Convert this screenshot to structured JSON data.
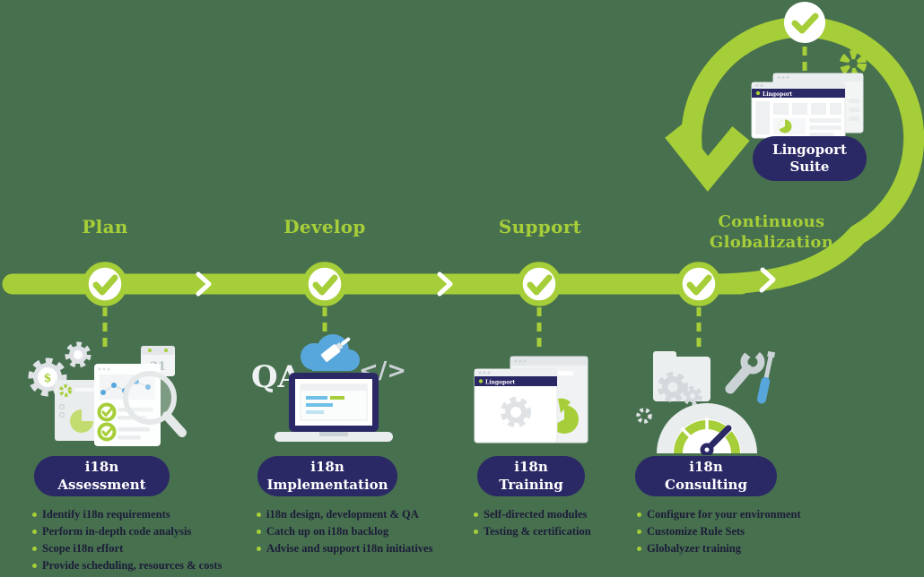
{
  "colors": {
    "background": "#47704f",
    "green": "#a6ce38",
    "navy": "#2b2866",
    "text_dark": "#1c1c38",
    "blue": "#57a7dc",
    "white": "#ffffff",
    "light_gray": "#e9edee"
  },
  "stages": [
    {
      "label": "Plan",
      "pill_line1": "i18n",
      "pill_line2": "Assessment",
      "bullets": [
        "Identify i18n requirements",
        "Perform in-depth code analysis",
        "Scope i18n effort",
        "Provide scheduling, resources & costs"
      ]
    },
    {
      "label": "Develop",
      "pill_line1": "i18n",
      "pill_line2": "Implementation",
      "bullets": [
        "i18n design, development & QA",
        "Catch up on i18n backlog",
        "Advise and support i18n initiatives"
      ]
    },
    {
      "label": "Support",
      "pill_line1": "i18n",
      "pill_line2": "Training",
      "bullets": [
        "Self-directed modules",
        "Testing & certification"
      ]
    },
    {
      "label_line1": "Continuous",
      "label_line2": "Globalization",
      "pill_line1": "i18n",
      "pill_line2": "Consulting",
      "bullets": [
        "Configure for your environment",
        "Customize Rule Sets",
        "Globalyzer training"
      ]
    }
  ],
  "suite": {
    "pill_line1": "Lingoport",
    "pill_line2": "Suite"
  },
  "illustrations": {
    "qa_text": "QA",
    "code_text": "</>",
    "dollar": "$",
    "calendar_day": "31",
    "browser_title": "Lingoport",
    "training_browser_title": "Lingoport"
  }
}
